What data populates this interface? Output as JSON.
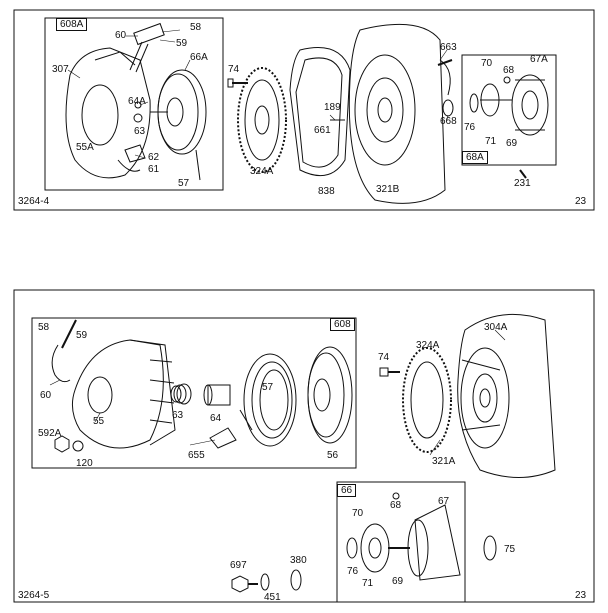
{
  "panel_top": {
    "id": "3264-4",
    "page": "23",
    "subassembly_a": "608A",
    "subassembly_b": "68A",
    "labels": {
      "l58": "58",
      "l60": "60",
      "l59": "59",
      "l307": "307",
      "l66A": "66A",
      "l64A": "64A",
      "l63": "63",
      "l55A": "55A",
      "l62": "62",
      "l61": "61",
      "l57": "57",
      "l74": "74",
      "l324A": "324A",
      "l189": "189",
      "l661": "661",
      "l838": "838",
      "l321B": "321B",
      "l663": "663",
      "l668": "668",
      "l70": "70",
      "l67A": "67A",
      "l68": "68",
      "l76": "76",
      "l71": "71",
      "l69": "69",
      "l231": "231"
    }
  },
  "panel_bottom": {
    "id": "3264-5",
    "page": "23",
    "subassembly_a": "608",
    "subassembly_b": "66",
    "labels": {
      "l58": "58",
      "l59": "59",
      "l60": "60",
      "l55": "55",
      "l592A": "592A",
      "l120": "120",
      "l63": "63",
      "l64": "64",
      "l655": "655",
      "l57": "57",
      "l56": "56",
      "l74": "74",
      "l324A": "324A",
      "l304A": "304A",
      "l321A": "321A",
      "l68": "68",
      "l67": "67",
      "l70": "70",
      "l76": "76",
      "l71": "71",
      "l69": "69",
      "l75": "75",
      "l697": "697",
      "l380": "380",
      "l451": "451"
    }
  }
}
